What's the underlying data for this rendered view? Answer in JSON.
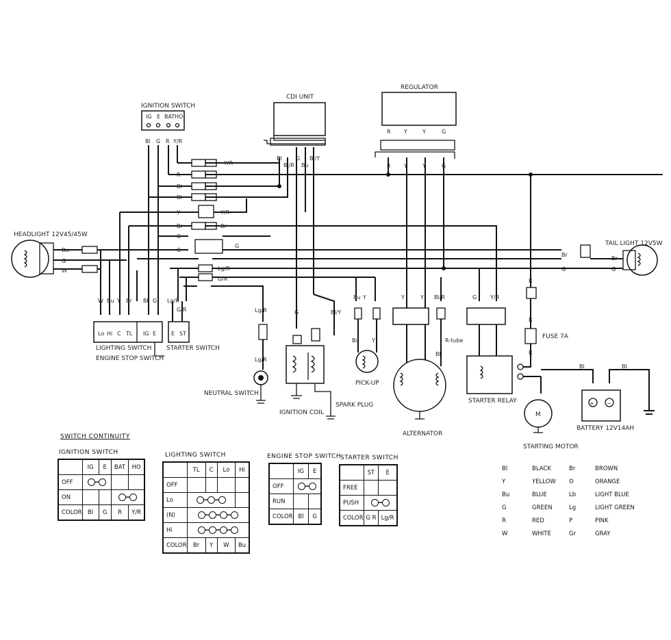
{
  "labels": {
    "ignition_switch": "IGNITION SWITCH",
    "cdi_unit": "CDI UNIT",
    "regulator": "REGULATOR",
    "headlight": "HEADLIGHT 12V45/45W",
    "tail_light": "TAIL LIGHT 12V5W",
    "lighting_switch": "LIGHTING SWITCH",
    "engine_stop_switch": "ENGINE STOP SWITCH",
    "starter_switch": "STARTER SWITCH",
    "neutral_switch": "NEUTRAL SWITCH",
    "ignition_coil": "IGNITION COIL",
    "spark_plug": "SPARK PLUG",
    "pick_up": "PICK-UP",
    "alternator": "ALTERNATOR",
    "starter_relay": "STARTER RELAY",
    "fuse": "FUSE 7A",
    "battery": "BATTERY 12V14AH",
    "starting_motor": "STARTING MOTOR",
    "r_tube": "R-tube",
    "motor_m": "M"
  },
  "ignition_terminals": [
    "IG",
    "E",
    "BAT",
    "HO"
  ],
  "ignition_wires": [
    "Bl",
    "G",
    "R",
    "Y/R"
  ],
  "cdi_wires": [
    "Bl",
    "Bl/R",
    "G",
    "Bu",
    "Bl/Y"
  ],
  "regulator_wires_top": [
    "R",
    "Y",
    "Y",
    "G"
  ],
  "regulator_wires": [
    "R",
    "Y",
    "Y",
    "G"
  ],
  "harness_wires": [
    "Y/R",
    "R",
    "Bl",
    "Bl",
    "Y",
    "Y/R",
    "Br",
    "Br",
    "G",
    "G",
    "G",
    "Lg/R",
    "G/R"
  ],
  "headlight_wires": [
    "Bu",
    "G",
    "W"
  ],
  "tail_wires": [
    "Br",
    "G",
    "Br",
    "G"
  ],
  "lighting_wires": [
    "W",
    "Bu",
    "Y",
    "Br"
  ],
  "lighting_terminals": [
    "Lo",
    "Hi",
    "C",
    "TL"
  ],
  "estop_wires": [
    "Bl",
    "G"
  ],
  "estop_terminals": [
    "IG",
    "E"
  ],
  "starter_wires": [
    "Lg/R",
    "G/R"
  ],
  "starter_terminals": [
    "E",
    "ST"
  ],
  "misc_wires": {
    "neutral_top": "Lg/R",
    "neutral_bottom": "Lg/R",
    "coil_g": "G",
    "coil_bly": "Bl/Y",
    "pick_bu": "Bu",
    "pick_y": "Y",
    "alt_y1": "Y",
    "alt_y2": "Y",
    "alt_blr": "Bl/R",
    "alt_bl": "Bl",
    "relay_g": "G",
    "relay_yr": "Y/R",
    "fuse_r": "R",
    "batt_bl1": "Bl",
    "batt_bl2": "Bl"
  },
  "continuity": {
    "title": "SWITCH CONTINUITY",
    "ignition": {
      "title": "IGNITION SWITCH",
      "header": [
        "",
        "IG",
        "E",
        "BAT",
        "HO"
      ],
      "rows": [
        {
          "label": "OFF",
          "cells": [
            "●─●",
            "",
            "",
            ""
          ]
        },
        {
          "label": "ON",
          "cells": [
            "",
            "",
            "●─●",
            ""
          ]
        },
        {
          "label": "COLOR",
          "cells": [
            "Bl",
            "G",
            "R",
            "Y/R"
          ]
        }
      ]
    },
    "lighting": {
      "title": "LIGHTING SWITCH",
      "header": [
        "",
        "TL",
        "C",
        "Lo",
        "Hi"
      ],
      "rows": [
        {
          "label": "OFF",
          "cells": [
            "",
            "",
            "",
            ""
          ]
        },
        {
          "label": "Lo",
          "cells": [
            "●─●─●",
            "",
            "",
            ""
          ]
        },
        {
          "label": "(N)",
          "cells": [
            "●─●─●─●",
            "",
            "",
            ""
          ]
        },
        {
          "label": "Hi",
          "cells": [
            "●─●─●─●",
            "",
            "",
            ""
          ]
        },
        {
          "label": "COLOR",
          "cells": [
            "Br",
            "Y",
            "W",
            "Bu"
          ]
        }
      ]
    },
    "engine_stop": {
      "title": "ENGINE STOP SWITCH",
      "header": [
        "",
        "IG",
        "E"
      ],
      "rows": [
        {
          "label": "OFF",
          "cells": [
            "●─●",
            ""
          ]
        },
        {
          "label": "RUN",
          "cells": [
            "",
            ""
          ]
        },
        {
          "label": "COLOR",
          "cells": [
            "Bl",
            "G"
          ]
        }
      ]
    },
    "starter": {
      "title": "STARTER SWITCH",
      "header": [
        "",
        "ST",
        "E"
      ],
      "rows": [
        {
          "label": "FREE",
          "cells": [
            "",
            ""
          ]
        },
        {
          "label": "PUSH",
          "cells": [
            "●─●",
            ""
          ]
        },
        {
          "label": "COLOR",
          "cells": [
            "G R",
            "Lg/R"
          ]
        }
      ]
    }
  },
  "color_legend": [
    [
      "Bl",
      "BLACK",
      "Br",
      "BROWN"
    ],
    [
      "Y",
      "YELLOW",
      "O",
      "ORANGE"
    ],
    [
      "Bu",
      "BLUE",
      "Lb",
      "LIGHT BLUE"
    ],
    [
      "G",
      "GREEN",
      "Lg",
      "LIGHT GREEN"
    ],
    [
      "R",
      "RED",
      "P",
      "PINK"
    ],
    [
      "W",
      "WHITE",
      "Gr",
      "GRAY"
    ]
  ]
}
